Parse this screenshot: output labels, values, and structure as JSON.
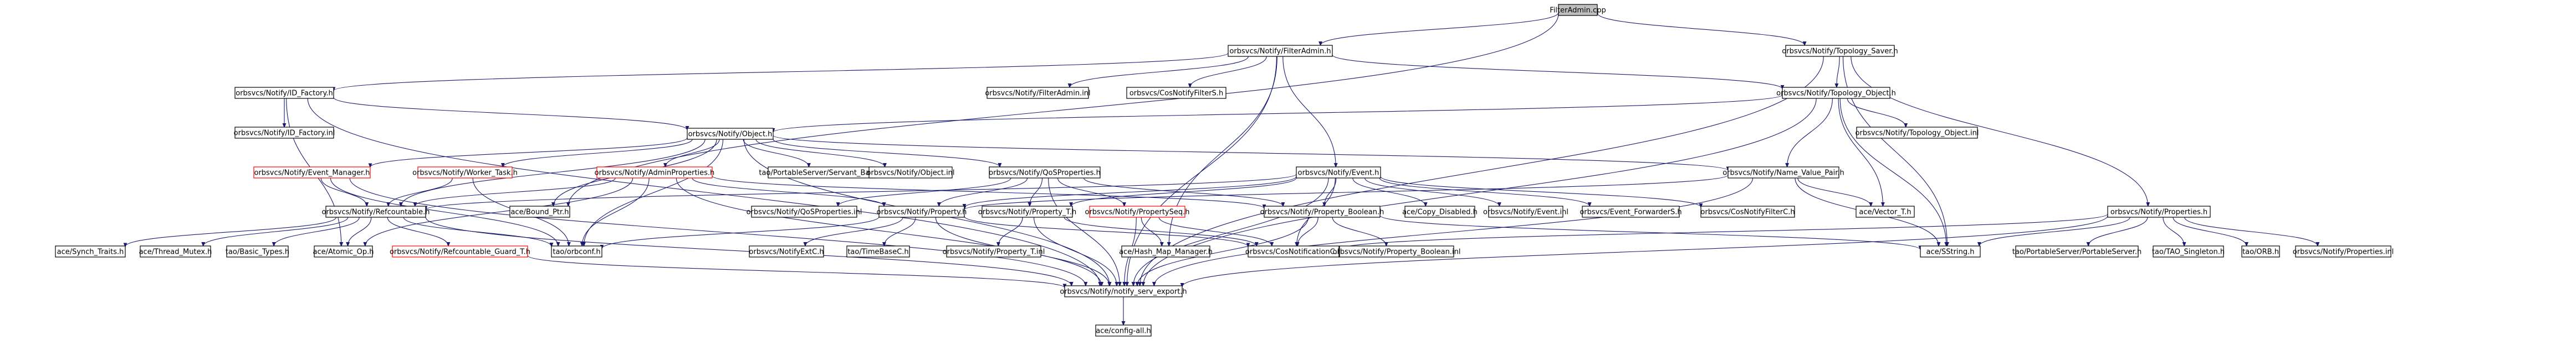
{
  "nodes": [
    {
      "id": "n0",
      "label": "FilterAdmin.cpp",
      "root": true
    },
    {
      "id": "n1",
      "label": "orbsvcs/Notify/FilterAdmin.h"
    },
    {
      "id": "n2",
      "label": "orbsvcs/Notify/Topology_Saver.h"
    },
    {
      "id": "n3",
      "label": "orbsvcs/Notify/ID_Factory.h"
    },
    {
      "id": "n4",
      "label": "orbsvcs/Notify/FilterAdmin.inl"
    },
    {
      "id": "n5",
      "label": "orbsvcs/CosNotifyFilterS.h"
    },
    {
      "id": "n6",
      "label": "orbsvcs/Notify/Topology_Object.h"
    },
    {
      "id": "n7",
      "label": "orbsvcs/Notify/ID_Factory.inl"
    },
    {
      "id": "n8",
      "label": "orbsvcs/Notify/Object.h"
    },
    {
      "id": "n9",
      "label": "orbsvcs/Notify/Topology_Object.inl"
    },
    {
      "id": "n10",
      "label": "orbsvcs/Notify/Event_Manager.h",
      "red": true
    },
    {
      "id": "n11",
      "label": "orbsvcs/Notify/Worker_Task.h",
      "red": true
    },
    {
      "id": "n12",
      "label": "orbsvcs/Notify/AdminProperties.h",
      "red": true
    },
    {
      "id": "n13",
      "label": "tao/PortableServer/Servant_Base.h"
    },
    {
      "id": "n14",
      "label": "orbsvcs/Notify/Object.inl"
    },
    {
      "id": "n15",
      "label": "orbsvcs/Notify/QoSProperties.h"
    },
    {
      "id": "n16",
      "label": "orbsvcs/Notify/Event.h"
    },
    {
      "id": "n17",
      "label": "orbsvcs/Notify/Name_Value_Pair.h"
    },
    {
      "id": "n18",
      "label": "orbsvcs/Notify/Properties.h"
    },
    {
      "id": "n19",
      "label": "ace/Bound_Ptr.h"
    },
    {
      "id": "n20",
      "label": "orbsvcs/Notify/Refcountable.h"
    },
    {
      "id": "n21",
      "label": "orbsvcs/Notify/QoSProperties.inl"
    },
    {
      "id": "n22",
      "label": "orbsvcs/Notify/Property.h"
    },
    {
      "id": "n23",
      "label": "orbsvcs/Notify/Property_T.h"
    },
    {
      "id": "n24",
      "label": "orbsvcs/Notify/PropertySeq.h",
      "red": true
    },
    {
      "id": "n25",
      "label": "orbsvcs/Notify/Property_Boolean.h"
    },
    {
      "id": "n26",
      "label": "ace/Copy_Disabled.h"
    },
    {
      "id": "n27",
      "label": "orbsvcs/Notify/Event.inl"
    },
    {
      "id": "n28",
      "label": "orbsvcs/Event_ForwarderS.h"
    },
    {
      "id": "n29",
      "label": "orbsvcs/CosNotifyFilterC.h"
    },
    {
      "id": "n30",
      "label": "ace/Vector_T.h"
    },
    {
      "id": "n31",
      "label": "ace/Synch_Traits.h"
    },
    {
      "id": "n32",
      "label": "ace/Thread_Mutex.h"
    },
    {
      "id": "n33",
      "label": "tao/Basic_Types.h"
    },
    {
      "id": "n34",
      "label": "ace/Atomic_Op.h"
    },
    {
      "id": "n35",
      "label": "orbsvcs/Notify/Refcountable_Guard_T.h",
      "red": true
    },
    {
      "id": "n36",
      "label": "tao/orbconf.h"
    },
    {
      "id": "n37",
      "label": "orbsvcs/NotifyExtC.h"
    },
    {
      "id": "n38",
      "label": "tao/TimeBaseC.h"
    },
    {
      "id": "n39",
      "label": "orbsvcs/Notify/Property_T.inl"
    },
    {
      "id": "n40",
      "label": "ace/Hash_Map_Manager.h"
    },
    {
      "id": "n41",
      "label": "orbsvcs/CosNotificationC.h"
    },
    {
      "id": "n42",
      "label": "orbsvcs/Notify/Property_Boolean.inl"
    },
    {
      "id": "n43",
      "label": "ace/SString.h"
    },
    {
      "id": "n44",
      "label": "tao/PortableServer/PortableServer.h"
    },
    {
      "id": "n45",
      "label": "tao/TAO_Singleton.h"
    },
    {
      "id": "n46",
      "label": "tao/ORB.h"
    },
    {
      "id": "n47",
      "label": "orbsvcs/Notify/Properties.inl"
    },
    {
      "id": "n48",
      "label": "orbsvcs/Notify/notify_serv_export.h"
    },
    {
      "id": "n49",
      "label": "ace/config-all.h"
    }
  ]
}
